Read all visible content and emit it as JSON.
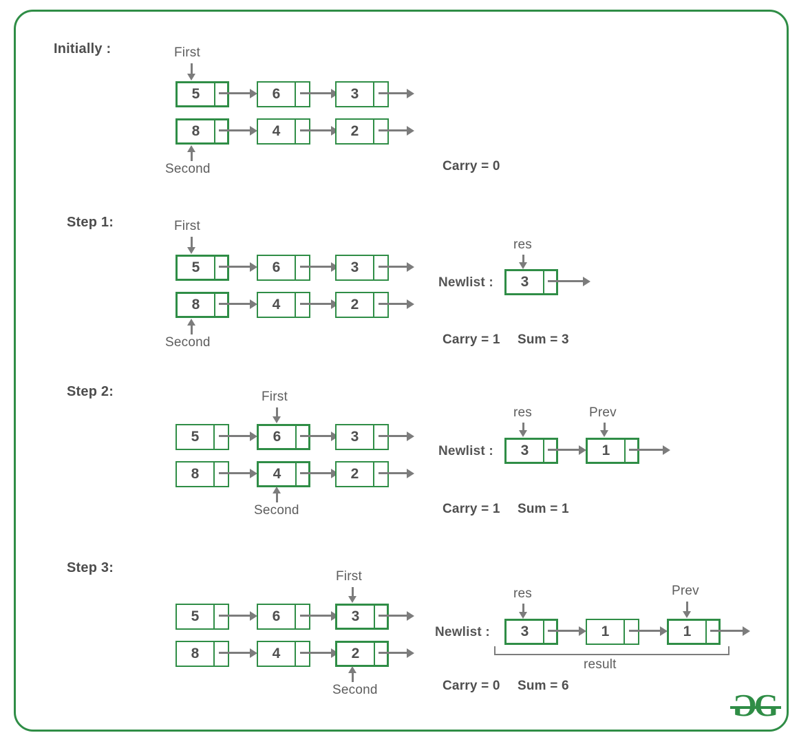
{
  "colors": {
    "green": "#2f8d46",
    "label_dark": "#4d4d4d",
    "label_gray": "#5d5d5d",
    "arrow": "#7c7c7c"
  },
  "sections": [
    {
      "title": "Initially :",
      "first": "First",
      "second": "Second",
      "list1": [
        "5",
        "6",
        "3"
      ],
      "list2": [
        "8",
        "4",
        "2"
      ],
      "carry": "Carry = 0"
    },
    {
      "title": "Step 1:",
      "first": "First",
      "second": "Second",
      "list1": [
        "5",
        "6",
        "3"
      ],
      "list2": [
        "8",
        "4",
        "2"
      ],
      "newlist_label": "Newlist :",
      "res": "res",
      "newlist": [
        "3"
      ],
      "carry": "Carry = 1",
      "sum": "Sum = 3"
    },
    {
      "title": "Step 2:",
      "first": "First",
      "second": "Second",
      "list1": [
        "5",
        "6",
        "3"
      ],
      "list2": [
        "8",
        "4",
        "2"
      ],
      "newlist_label": "Newlist :",
      "res": "res",
      "prev": "Prev",
      "newlist": [
        "3",
        "1"
      ],
      "carry": "Carry = 1",
      "sum": "Sum = 1"
    },
    {
      "title": "Step 3:",
      "first": "First",
      "second": "Second",
      "list1": [
        "5",
        "6",
        "3"
      ],
      "list2": [
        "8",
        "4",
        "2"
      ],
      "newlist_label": "Newlist :",
      "res": "res",
      "prev": "Prev",
      "newlist": [
        "3",
        "1",
        "1"
      ],
      "result_label": "result",
      "carry": "Carry = 0",
      "sum": "Sum = 6"
    }
  ],
  "logo": {
    "left": "G",
    "right": "G"
  }
}
